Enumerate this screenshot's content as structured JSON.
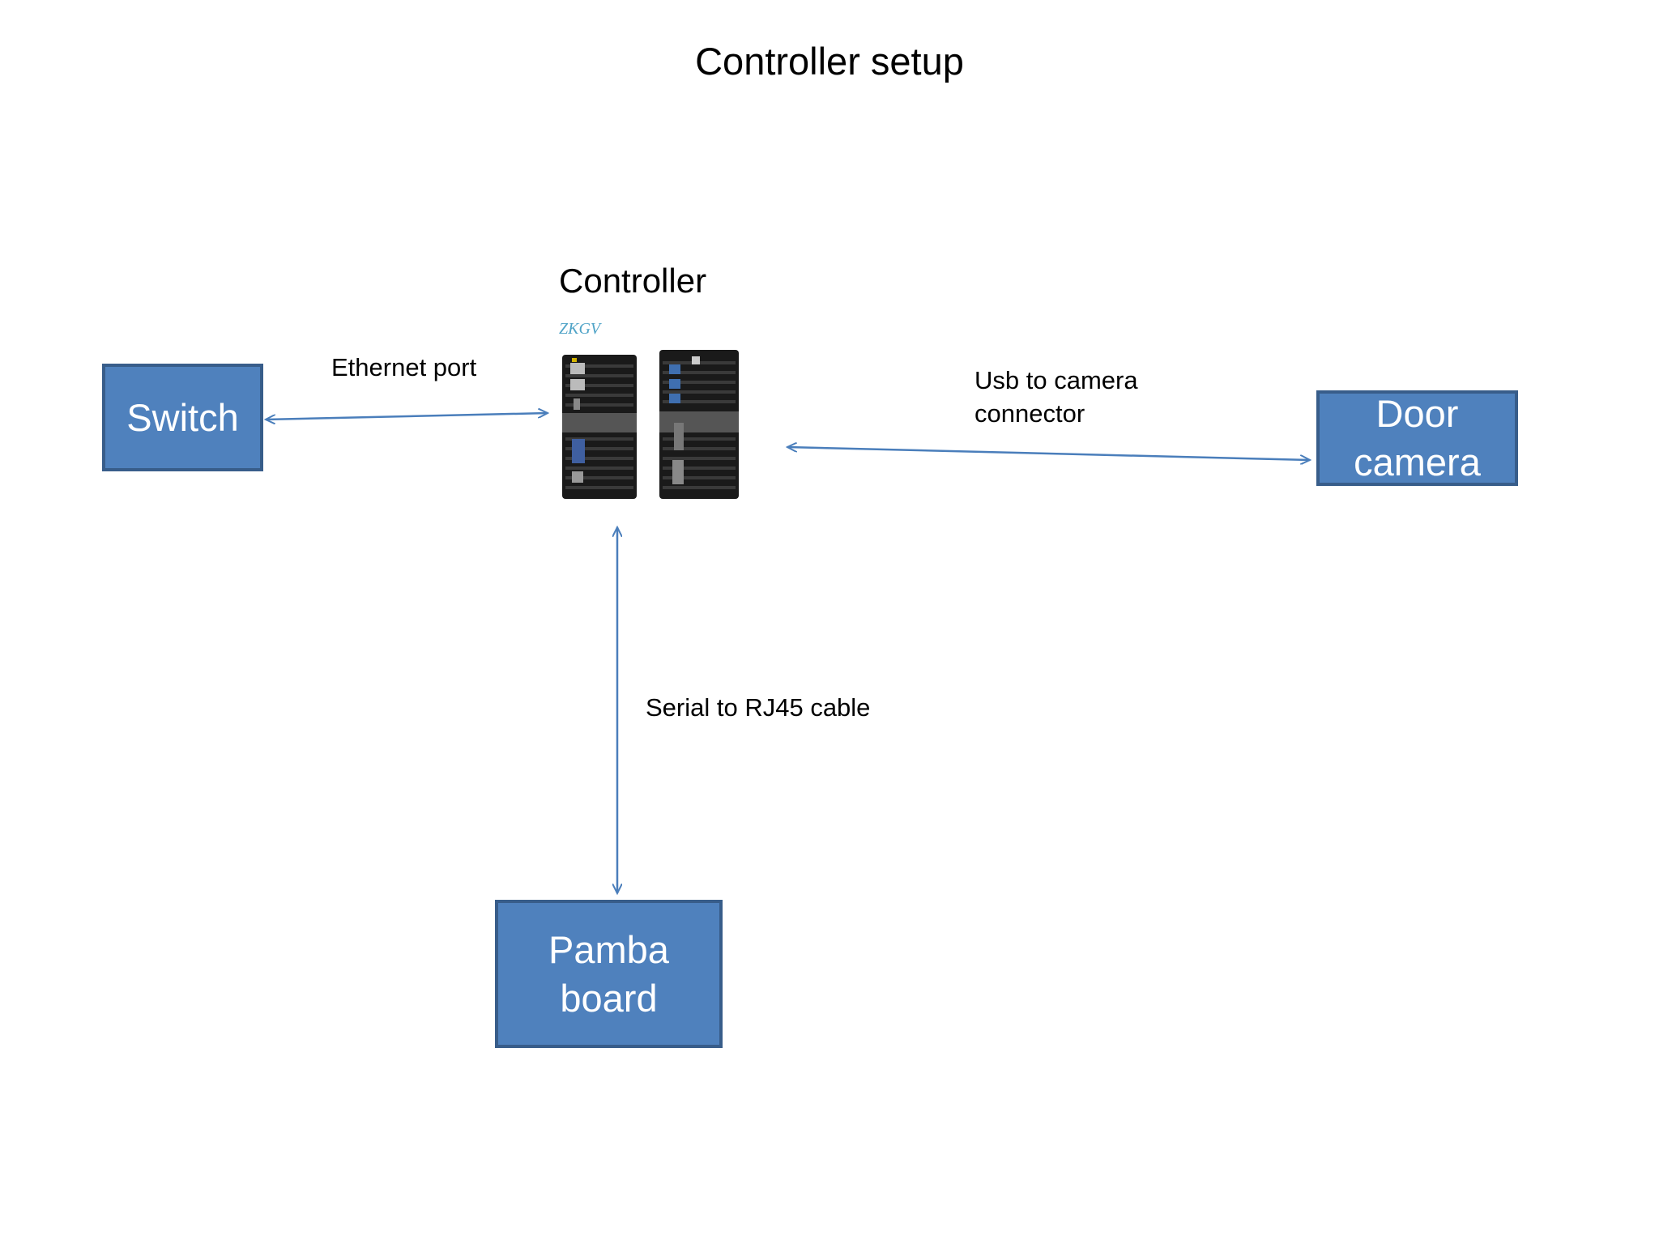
{
  "diagram": {
    "title": "Controller setup",
    "controller_label": "Controller",
    "device_logo_text": "ZKGV",
    "nodes": {
      "switch": "Switch",
      "door_camera": "Door\ncamera",
      "pamba_board": "Pamba\nboard"
    },
    "edges": {
      "switch_controller": "Ethernet port",
      "controller_camera_line1": "Usb to camera",
      "controller_camera_line2": "connector",
      "controller_pamba": "Serial to RJ45 cable"
    }
  },
  "colors": {
    "box_fill": "#4f81bd",
    "box_border": "#385d8a",
    "arrow": "#4a7ebb",
    "text": "#000000",
    "device_body": "#1a1a1a"
  },
  "icons": {
    "controller_device": "mini-pc-icon"
  }
}
